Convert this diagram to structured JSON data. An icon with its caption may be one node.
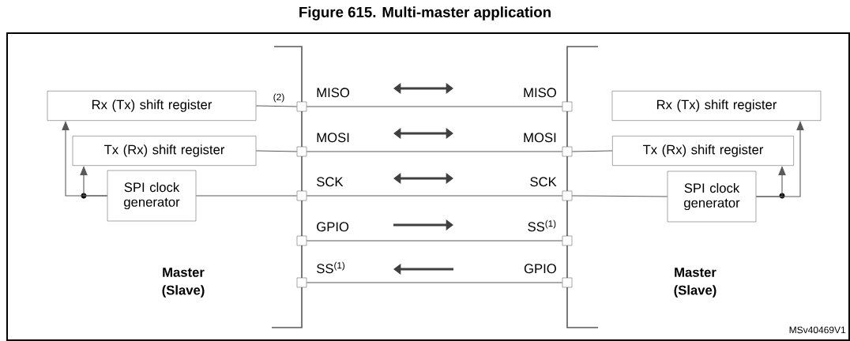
{
  "diagram": {
    "title": "Figure 615. Multi-master application",
    "nodes": [
      {
        "text": [
          "Rx (Tx) shift register"
        ]
      },
      {
        "text": [
          "Tx (Rx) shift register"
        ]
      },
      {
        "text": [
          "SPI clock generator"
        ]
      },
      {
        "text": [],
        "shape": "box",
        "beside": [
          "MISO"
        ]
      },
      {
        "text": [],
        "shape": "box",
        "beside": [
          "MOSI"
        ]
      },
      {
        "text": [],
        "shape": "box",
        "beside": [
          "SCK"
        ]
      },
      {
        "text": [],
        "shape": "box",
        "beside": [
          "GPIO"
        ]
      },
      {
        "text": [],
        "shape": "box",
        "beside": [
          "SS$^{(1)}$"
        ]
      },
      {
        "text": [],
        "shape": "box",
        "beside": [
          "MISO"
        ]
      },
      {
        "text": [],
        "shape": "box",
        "beside": [
          "MOSI"
        ]
      },
      {
        "text": [],
        "shape": "box",
        "beside": [
          "SCK"
        ]
      },
      {
        "text": [],
        "shape": "box",
        "beside": [
          "SS$^{(1)}$"
        ]
      },
      {
        "text": [],
        "shape": "box",
        "beside": [
          "GPIO"
        ]
      },
      {
        "text": [
          "Rx (Tx) shift register"
        ]
      },
      {
        "text": [
          "Tx (Rx) shift register"
        ]
      },
      {
        "text": [
          "SPI clock generator"
        ]
      }
    ],
    "edges": [
      {
        "from": 0,
        "to": 3,
        "arrow": "none",
        "label": "(2)"
      },
      {
        "from": 1,
        "to": 4,
        "arrow": "none"
      },
      {
        "from": 2,
        "to": 5,
        "arrow": "none"
      },
      {
        "from": 3,
        "to": 8,
        "arrow": "none"
      },
      {
        "from": 4,
        "to": 9,
        "arrow": "none"
      },
      {
        "from": 5,
        "to": 10,
        "arrow": "none"
      },
      {
        "from": 6,
        "to": 11,
        "arrow": "none"
      },
      {
        "from": 7,
        "to": 12,
        "arrow": "none"
      },
      {
        "from": 9,
        "to": 14,
        "arrow": "none"
      },
      {
        "from": 10,
        "to": 15,
        "arrow": "none"
      },
      {
        "from": 2,
        "to": 0,
        "arrow": "to"
      },
      {
        "from": 2,
        "to": 1,
        "arrow": "to"
      },
      {
        "from": 15,
        "to": 13,
        "arrow": "to"
      },
      {
        "from": 15,
        "to": 14,
        "arrow": "to"
      }
    ],
    "labels": [
      "Master (Slave)",
      "Master (Slave)",
      "MSv40469V1"
    ]
  }
}
